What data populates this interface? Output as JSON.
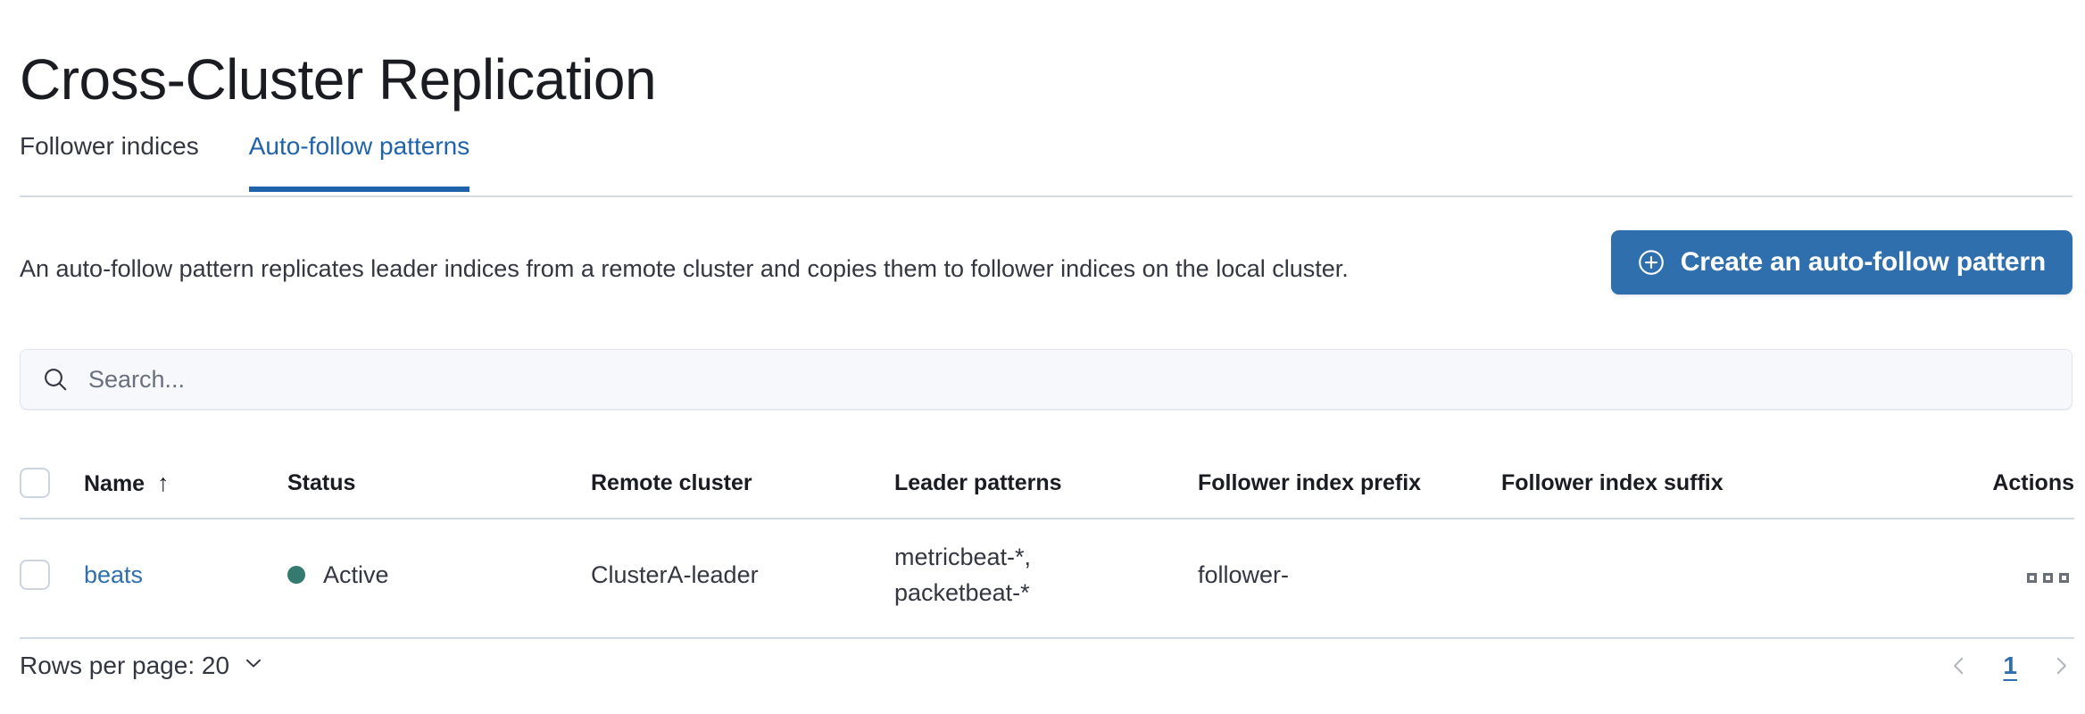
{
  "header": {
    "title": "Cross-Cluster Replication"
  },
  "tabs": [
    {
      "label": "Follower indices",
      "active": false
    },
    {
      "label": "Auto-follow patterns",
      "active": true
    }
  ],
  "description": "An auto-follow pattern replicates leader indices from a remote cluster and copies them to follower indices on the local cluster.",
  "cta": {
    "label": "Create an auto-follow pattern",
    "icon": "plus-in-circle-icon",
    "background": "#2f6fad",
    "text_color": "#ffffff"
  },
  "search": {
    "placeholder": "Search...",
    "value": "",
    "icon": "search-icon"
  },
  "table": {
    "columns": [
      {
        "key": "name",
        "label": "Name",
        "sorted": "asc",
        "sort_icon": "arrow-up-icon"
      },
      {
        "key": "status",
        "label": "Status"
      },
      {
        "key": "remote_cluster",
        "label": "Remote cluster"
      },
      {
        "key": "leader_patterns",
        "label": "Leader patterns"
      },
      {
        "key": "follower_index_prefix",
        "label": "Follower index prefix"
      },
      {
        "key": "follower_index_suffix",
        "label": "Follower index suffix"
      },
      {
        "key": "actions",
        "label": "Actions"
      }
    ],
    "rows": [
      {
        "selected": false,
        "name": "beats",
        "status": "Active",
        "status_color": "#357a6e",
        "remote_cluster": "ClusterA-leader",
        "leader_patterns": "metricbeat-*,\npacketbeat-*",
        "leader_patterns_lines": [
          "metricbeat-*,",
          "packetbeat-*"
        ],
        "follower_index_prefix": "follower-",
        "follower_index_suffix": "",
        "actions_icon": "boxes-horizontal-icon"
      }
    ]
  },
  "footer": {
    "rows_per_page_label": "Rows per page: 20",
    "rows_per_page_icon": "chevron-down-icon",
    "pagination": {
      "prev_icon": "chevron-left-icon",
      "next_icon": "chevron-right-icon",
      "current_page": "1"
    }
  },
  "colors": {
    "accent": "#2f6fad",
    "link": "#2f6fad",
    "status_active": "#357a6e",
    "border": "#d3dae6",
    "text": "#343741",
    "search_bg": "#f7f8fc"
  }
}
